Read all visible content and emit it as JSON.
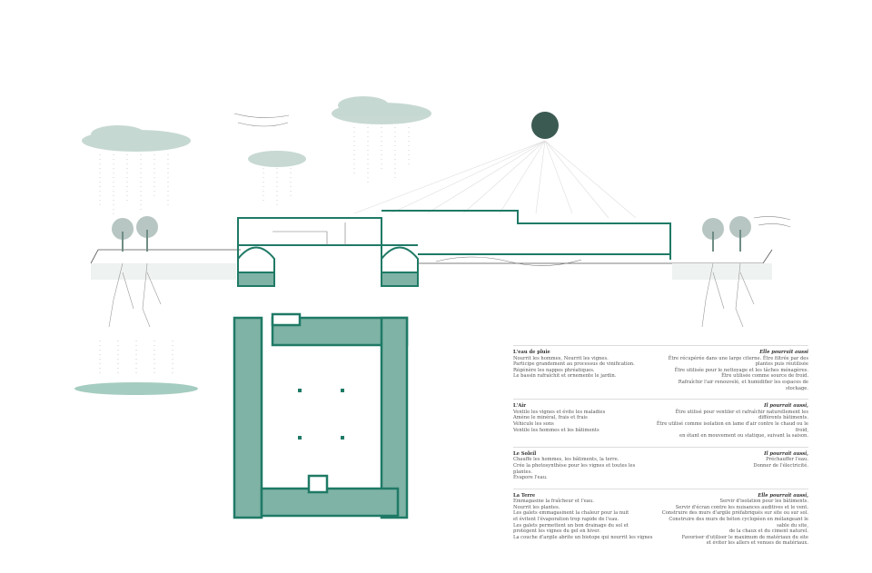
{
  "colors": {
    "accent": "#1f7a66",
    "hatch": "#7fb3a5",
    "cloud": "#b9cfc7",
    "ink": "#555555"
  },
  "legend": [
    {
      "title": "L'eau de pluie",
      "left": [
        "Nourrit les hommes, Nourrit les vignes.",
        "Participe grandement au processus de vinification.",
        "Régénère les nappes phréatiques.",
        "Le bassin rafraîchit et ornemente le jardin."
      ],
      "right_title": "Elle pourrait aussi",
      "right": [
        "Être récupérée dans une large citerne. Être filtrée par des plantes puis réutilisée",
        "Être utilisée pour le nettoyage et les tâches ménagères.",
        "Être utilisée comme source de froid.",
        "Rafraîchir l'air renouvelé, et humidifier les espaces de stockage."
      ]
    },
    {
      "title": "L'Air",
      "left": [
        "Ventile les vignes et évite les maladies",
        "Amène le minéral, frais et frais",
        "Véhicule les sons",
        "Ventile les hommes et les bâtiments"
      ],
      "right_title": "Il pourrait aussi,",
      "right": [
        "Être utilisé pour ventiler et rafraîchir naturellement les différents bâtiments.",
        "Être utilisé comme isolation en lame d'air contre le chaud ou le froid,",
        "en étant en mouvement ou statique, suivant la saison."
      ]
    },
    {
      "title": "Le Soleil",
      "left": [
        "Chauffe les hommes, les bâtiments, la terre.",
        "Crée la photosynthèse pour les vignes et toutes les plantes.",
        "Évapore l'eau."
      ],
      "right_title": "Il pourrait aussi,",
      "right": [
        "Préchauffer l'eau.",
        "Donner de l'électricité."
      ]
    },
    {
      "title": "La Terre",
      "left": [
        "Emmagasine la fraîcheur et l'eau.",
        "Nourrit les plantes.",
        "Les galets emmagasinent la chaleur pour la nuit",
        "et évitent l'évaporation trop rapide de l'eau.",
        "Les galets permettent un bon drainage du sol et",
        "protègent les vignes du gel en hiver.",
        "La couche d'argile abrite un biotope qui nourrit les vignes"
      ],
      "right_title": "Elle pourrait aussi,",
      "right": [
        "Servir d'isolation pour les bâtiments.",
        "Servir d'écran contre les nuisances auditives et le vent.",
        "Construire des murs d'argile préfabriqués sur site ou sur sol.",
        "Construire des murs de béton cyclopéen en mélangeant le sable du site,",
        "de la chaux et du ciment naturel.",
        "Favoriser d'utiliser le maximum de matériaux du site",
        "et éviter les allers et venues de matériaux."
      ]
    }
  ]
}
